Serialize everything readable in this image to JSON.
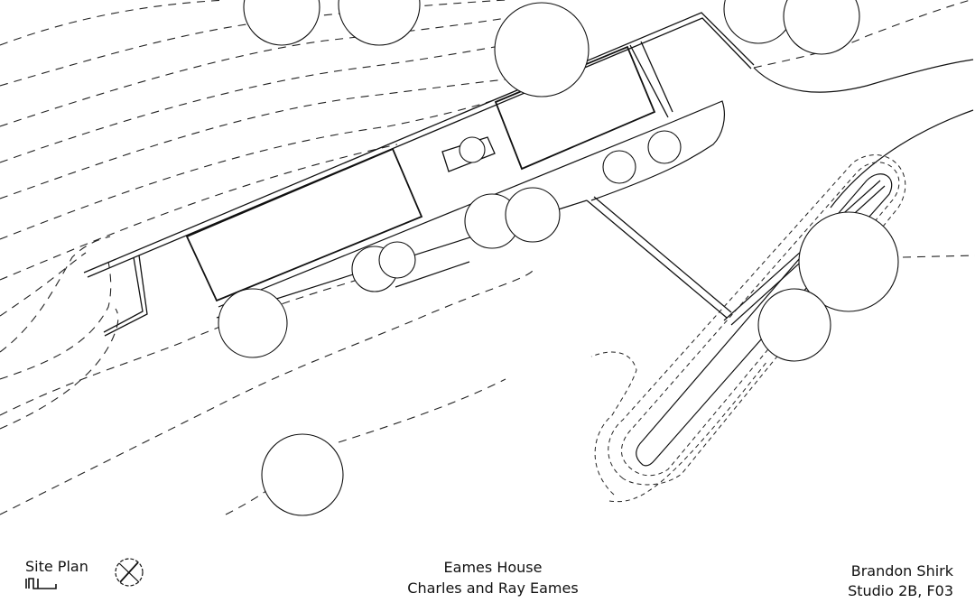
{
  "drawing": {
    "type": "architectural-site-plan",
    "subject": "Eames House",
    "elements": [
      "topographic-contours",
      "building-footprint",
      "courtyard",
      "trees",
      "driveway-loop",
      "retaining-wall"
    ]
  },
  "title_block": {
    "label": "Site Plan",
    "scale_icon": "graphic-scale-bar",
    "north_icon": "north-arrow",
    "project_title": "Eames House",
    "architects": "Charles and Ray Eames",
    "author": "Brandon Shirk",
    "course": "Studio 2B, F03"
  },
  "colors": {
    "line": "#111111",
    "background": "#ffffff"
  }
}
